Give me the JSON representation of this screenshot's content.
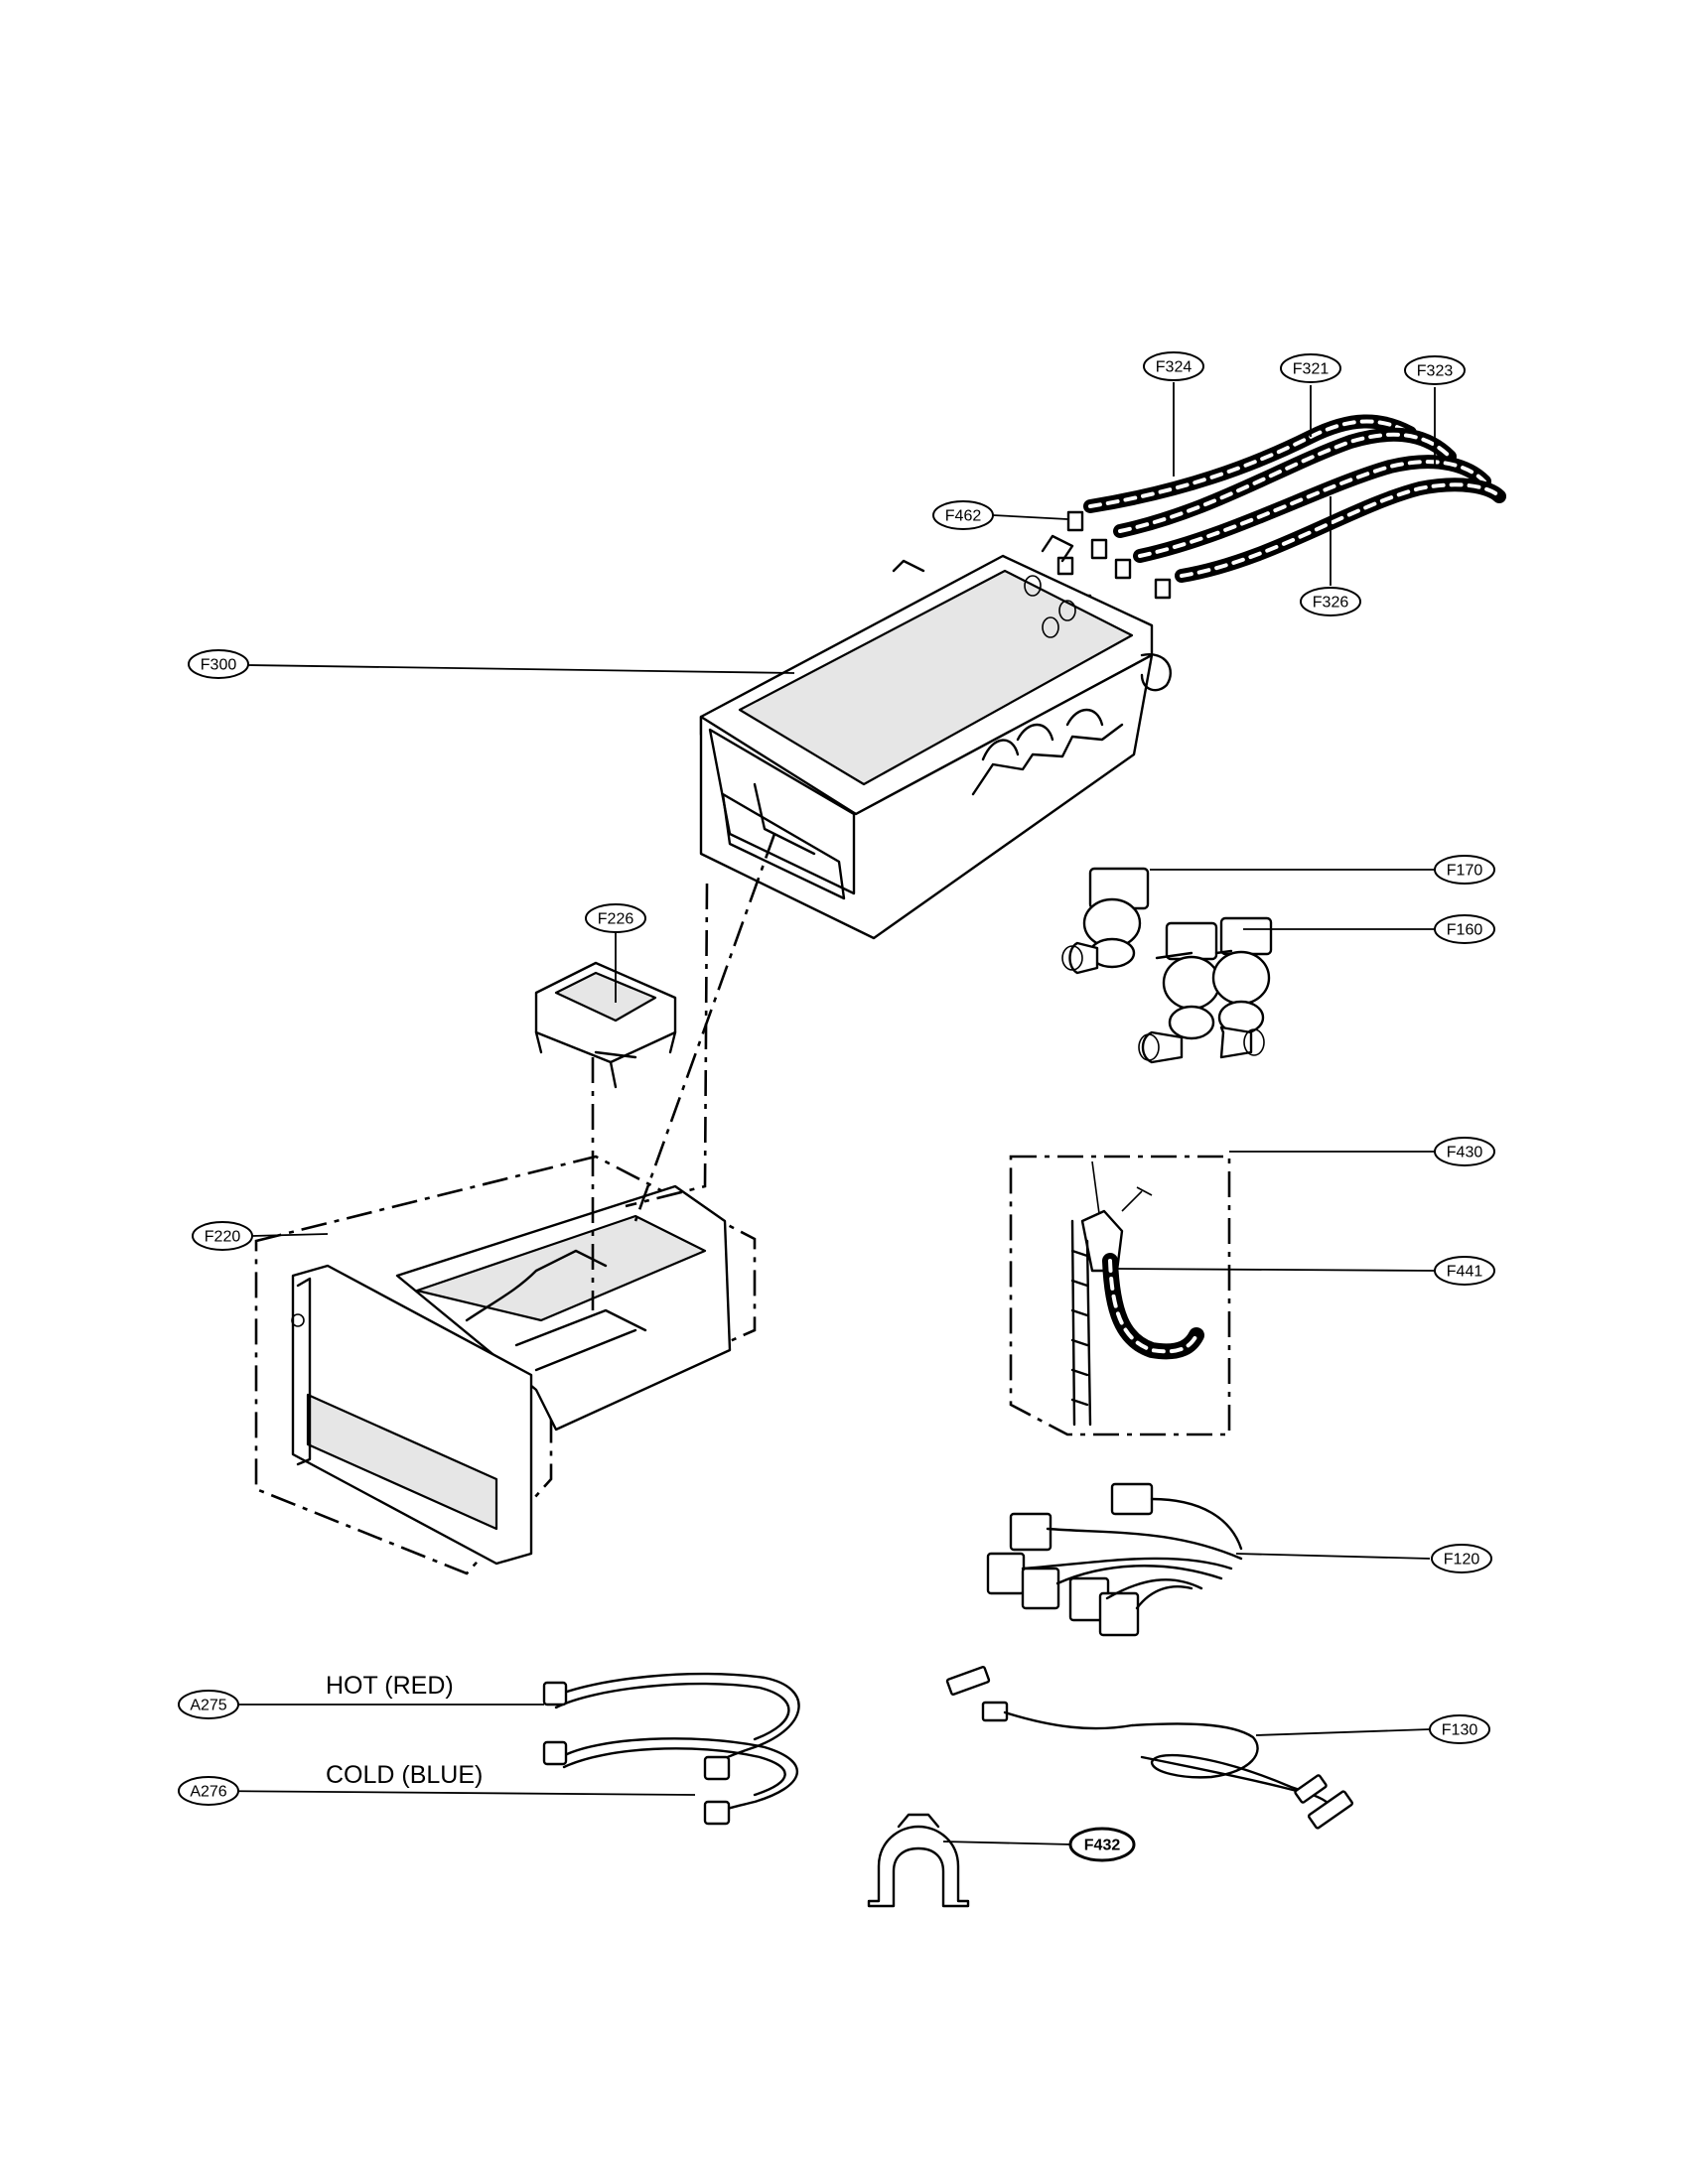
{
  "callouts": [
    {
      "id": "F324"
    },
    {
      "id": "F321"
    },
    {
      "id": "F323"
    },
    {
      "id": "F462"
    },
    {
      "id": "F326"
    },
    {
      "id": "F300"
    },
    {
      "id": "F170"
    },
    {
      "id": "F160"
    },
    {
      "id": "F226"
    },
    {
      "id": "F430"
    },
    {
      "id": "F441"
    },
    {
      "id": "F220"
    },
    {
      "id": "F120"
    },
    {
      "id": "A275"
    },
    {
      "id": "A276"
    },
    {
      "id": "F130"
    },
    {
      "id": "F432"
    }
  ],
  "captions": {
    "hot": "HOT (RED)",
    "cold": "COLD (BLUE)"
  }
}
